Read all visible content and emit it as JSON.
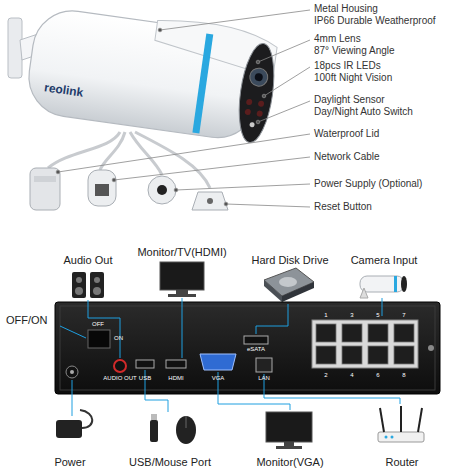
{
  "diagram": {
    "labels": [
      "Metal Housing",
      "IP66 Durable Weatherproof",
      "4mm Lens",
      "87° Viewing Angle",
      "18pcs IR LEDs",
      "100ft Night Vision",
      "Daylight Sensor",
      "Day/Night Auto Switch",
      "Waterproof Lid",
      "Network Cable",
      "Power Supply (Optional)",
      "Reset Button",
      "reolink",
      "Audio Out",
      "Monitor/TV(HDMI)",
      "Hard Disk Drive",
      "Camera Input",
      "OFF/ON",
      "Power",
      "USB/Mouse Port",
      "Monitor(VGA)",
      "Router",
      "OFF",
      "ON",
      "AUDIO OUT",
      "USB",
      "HDMI",
      "VGA",
      "LAN",
      "eSATA",
      "1",
      "3",
      "5",
      "7",
      "2",
      "4",
      "6",
      "8"
    ]
  }
}
